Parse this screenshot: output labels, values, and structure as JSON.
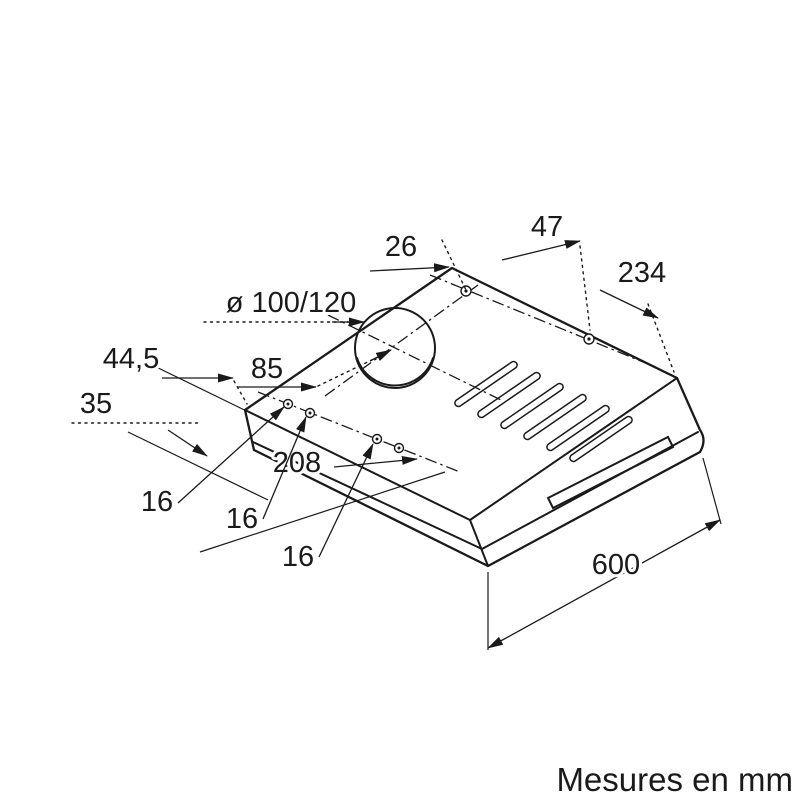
{
  "note": "Mesures en mm",
  "colors": {
    "line": "#1a1a1a",
    "background": "#ffffff"
  },
  "dims": {
    "d26": "26",
    "d47": "47",
    "d234": "234",
    "diameter": "ø 100/120",
    "d44_5": "44,5",
    "d35": "35",
    "d85": "85",
    "d208": "208",
    "d16_1": "16",
    "d16_2": "16",
    "d16_3": "16",
    "d600": "600"
  }
}
